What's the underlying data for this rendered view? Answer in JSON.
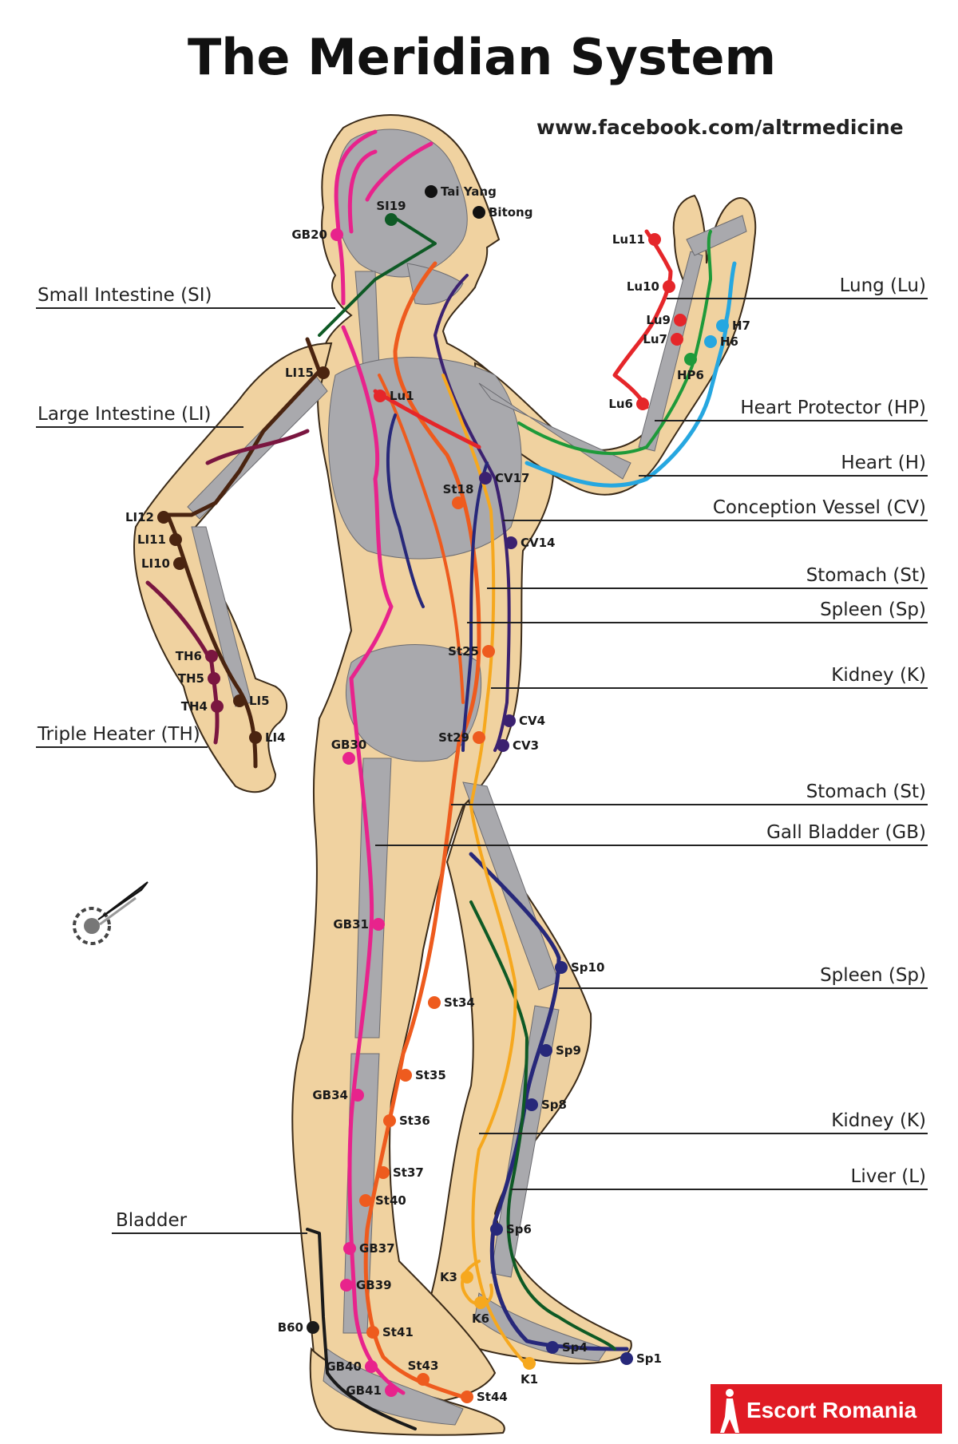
{
  "title": "The Meridian System",
  "website": "www.facebook.com/altrmedicine",
  "brand": {
    "text": "Escort Romania",
    "background": "#e01b24"
  },
  "meridian_labels": [
    "Small Intestine (SI)",
    "Large Intestine (LI)",
    "Triple Heater (TH)",
    "Bladder",
    "Lung (Lu)",
    "Heart Protector (HP)",
    "Heart (H)",
    "Conception Vessel (CV)",
    "Stomach (St)",
    "Spleen (Sp)",
    "Kidney (K)",
    "Stomach (St)",
    "Gall Bladder (GB)",
    "Spleen (Sp)",
    "Kidney (K)",
    "Liver (L)"
  ],
  "points": [
    "Tai Yang",
    "Bitong",
    "SI19",
    "GB20",
    "Lu11",
    "Lu10",
    "Lu9",
    "Lu7",
    "H7",
    "H6",
    "HP6",
    "Lu6",
    "LI15",
    "Lu1",
    "CV17",
    "St18",
    "CV14",
    "LI12",
    "LI11",
    "LI10",
    "TH6",
    "TH5",
    "TH4",
    "LI5",
    "LI4",
    "St25",
    "CV4",
    "CV3",
    "St29",
    "GB30",
    "GB31",
    "Sp10",
    "St34",
    "Sp9",
    "St35",
    "Sp8",
    "GB34",
    "St36",
    "St37",
    "St40",
    "Sp6",
    "GB37",
    "GB39",
    "K3",
    "K6",
    "B60",
    "St41",
    "GB40",
    "St43",
    "Sp4",
    "Sp1",
    "K1",
    "GB41",
    "St44"
  ],
  "colors": {
    "skin": "#f0d2a0",
    "bone": "#a9a9ad",
    "small_intestine": "#0e5a25",
    "large_intestine": "#4a2410",
    "triple_heater": "#7a1640",
    "gall_bladder": "#e8238c",
    "stomach": "#ee5b1e",
    "spleen": "#27287a",
    "kidney": "#f6a81e",
    "lung": "#e5262a",
    "heart": "#26a7e0",
    "heart_protector": "#1e9a3a",
    "conception": "#3b2170",
    "liver": "#0e5a25",
    "bladder": "#1a1a1a"
  }
}
